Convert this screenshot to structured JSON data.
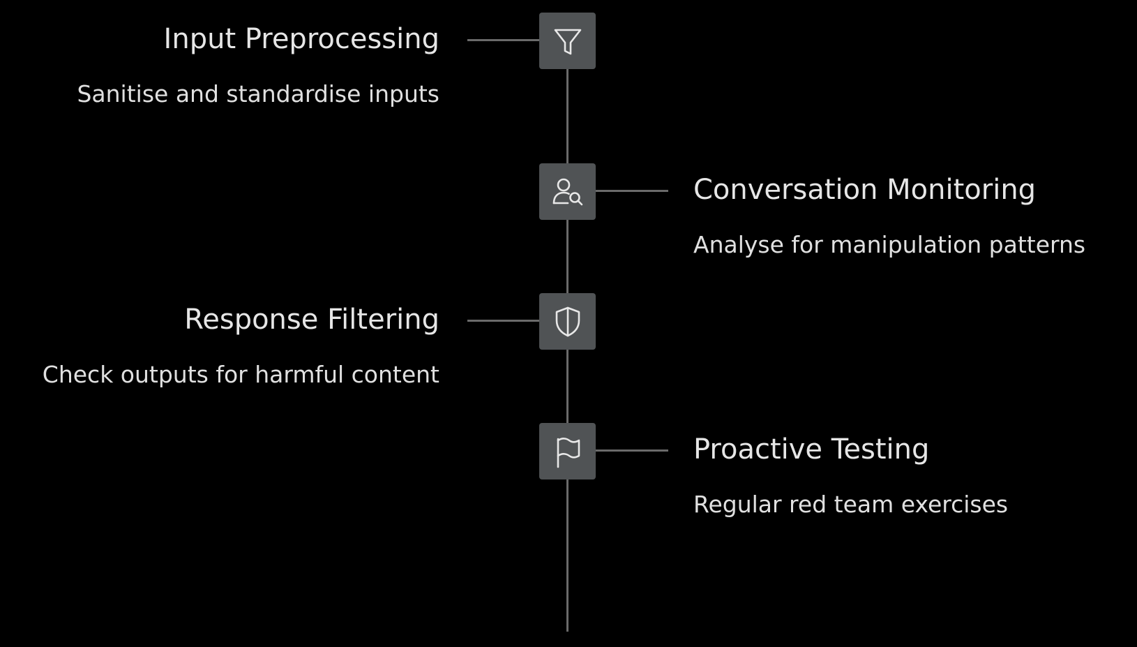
{
  "steps": [
    {
      "title": "Input Preprocessing",
      "description": "Sanitise and standardise inputs",
      "icon": "filter-icon",
      "side": "left"
    },
    {
      "title": "Conversation Monitoring",
      "description": "Analyse for manipulation patterns",
      "icon": "user-search-icon",
      "side": "right"
    },
    {
      "title": "Response Filtering",
      "description": "Check outputs for harmful content",
      "icon": "shield-icon",
      "side": "left"
    },
    {
      "title": "Proactive Testing",
      "description": "Regular red team exercises",
      "icon": "flag-icon",
      "side": "right"
    }
  ],
  "colors": {
    "background": "#000000",
    "node": "#505355",
    "line": "#6a6a6a",
    "text": "#e6e6e6"
  }
}
